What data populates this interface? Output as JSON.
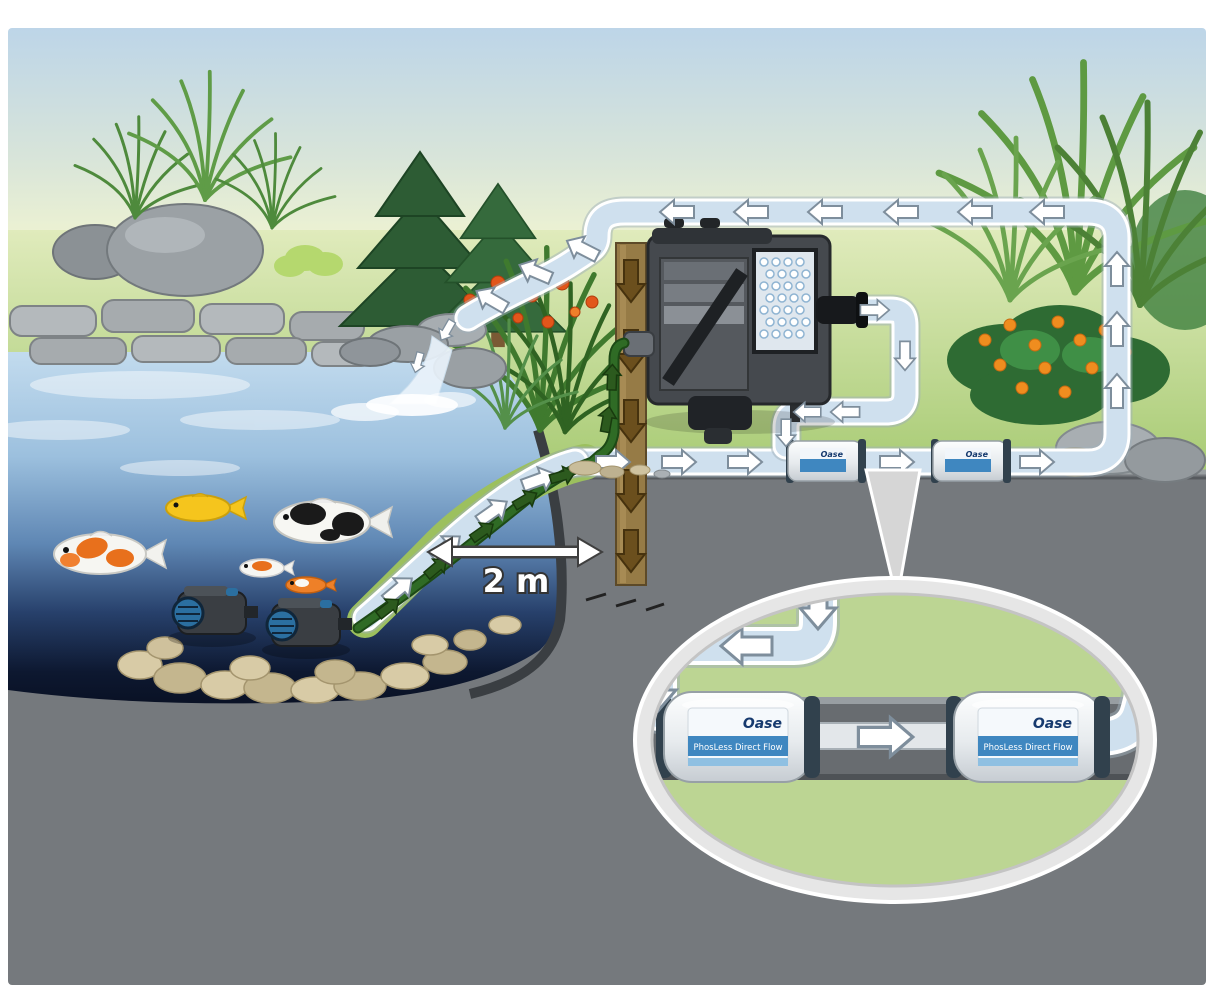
{
  "figure": {
    "alt": "Cross-section illustration of a garden pond filtration system: koi pond with two pond pumps, hose run through the ground, external filter unit above ground, inline water-treatment cartridges, and a magnified inset of the two cartridges.",
    "measurement": {
      "label": "2 m"
    },
    "inset": {
      "devices": [
        {
          "brand": "Oase",
          "label": "PhosLess Direct Flow"
        },
        {
          "brand": "Oase",
          "label": "PhosLess Direct Flow"
        }
      ]
    },
    "inline_devices": [
      {
        "brand": "Oase"
      },
      {
        "brand": "Oase"
      }
    ],
    "colors": {
      "sky_top": "#bdd5e8",
      "horizon": "#edf2d2",
      "grass": "#b6d184",
      "soil": "#75797d",
      "water_surface": "#c2dbee",
      "water_deep": "#0a1226",
      "pipe_fill": "#cfe0ee",
      "arrow_white": "#ffffff",
      "hose_green": "#2f6b25",
      "post_brown": "#967b46",
      "koi_orange": "#e8701c",
      "fish_yellow": "#f5c51d",
      "brand_blue": "#163a6e",
      "label_blue": "#3f87c0",
      "inset_ring": "#d9d9d9"
    }
  }
}
